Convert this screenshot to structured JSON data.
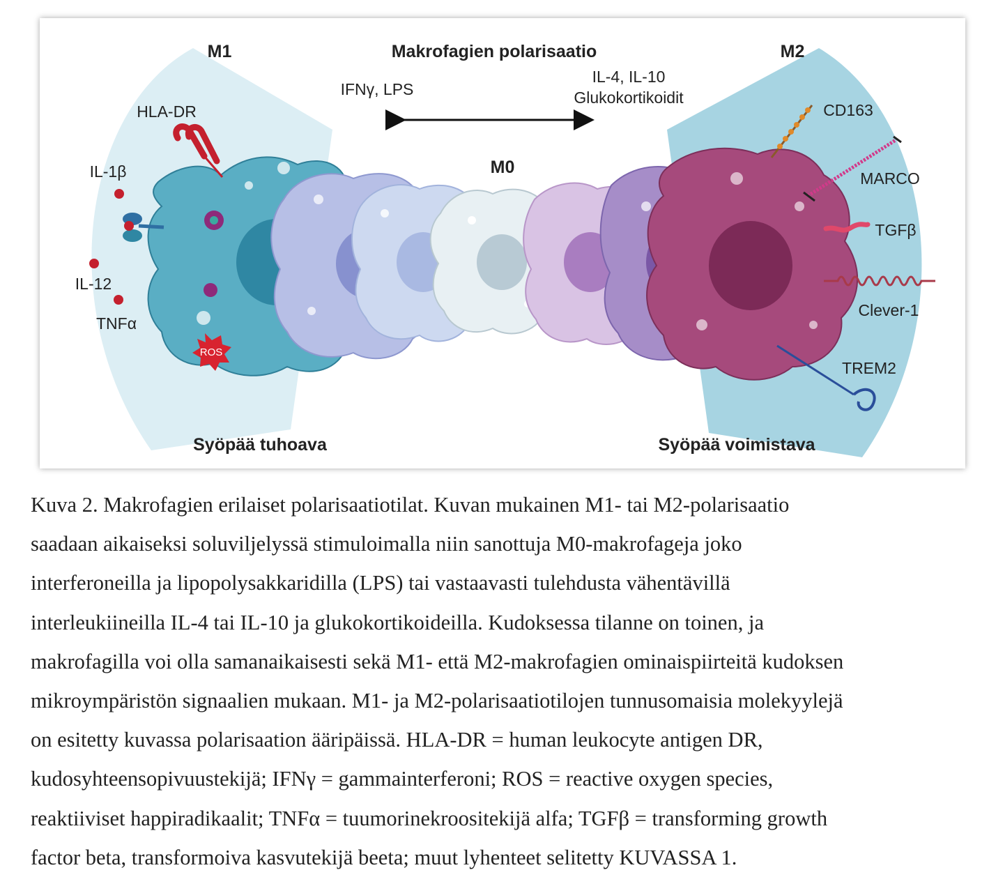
{
  "figure": {
    "title": "Makrofagien polarisaatio",
    "m1_label": "M1",
    "m0_label": "M0",
    "m2_label": "M2",
    "left_stimuli": "IFNγ, LPS",
    "right_stimuli_line1": "IL-4, IL-10",
    "right_stimuli_line2": "Glukokortikoidit",
    "m1_markers": {
      "hla_dr": "HLA-DR",
      "il1b": "IL-1β",
      "il12": "IL-12",
      "tnfa": "TNFα",
      "ros": "ROS"
    },
    "m2_markers": {
      "cd163": "CD163",
      "marco": "MARCO",
      "tgfb": "TGFβ",
      "clever1": "Clever-1",
      "trem2": "TREM2"
    },
    "m1_function": "Syöpää tuhoava",
    "m2_function": "Syöpää voimistava",
    "colors": {
      "m1_cell": "#5aaec4",
      "m1_background": "#dceef4",
      "m2_cell": "#a64a7c",
      "m2_background": "#a7d4e2",
      "m0_cell": "#e8f0f3",
      "cytokine_dot": "#c4202e",
      "ros_star": "#d8232f"
    }
  },
  "caption": {
    "lines": [
      "Kuva 2. Makrofagien erilaiset polarisaatiotilat. Kuvan mukainen M1- tai M2-polarisaatio",
      "saadaan aikaiseksi soluviljelyssä stimuloimalla niin sanottuja M0-makrofageja joko",
      "interferoneilla ja lipopolysakkaridilla (LPS) tai vastaavasti tulehdusta vähentävillä",
      "interleukiineilla IL-4 tai IL-10 ja glukokortikoideilla. Kudoksessa tilanne on toinen, ja",
      "makrofagilla voi olla samanaikaisesti sekä M1- että M2-makrofagien ominaispiirteitä kudoksen",
      "mikroympäristön signaalien mukaan. M1- ja M2-polarisaatiotilojen tunnusomaisia molekyylejä",
      "on esitetty kuvassa polarisaation ääripäissä. HLA-DR = human leukocyte antigen DR,",
      "kudosyhteensopivuustekijä; IFNγ = gammainterferoni; ROS = reactive oxygen species,",
      "reaktiiviset happiradikaalit; TNFα = tuumorinekroositekijä alfa; TGFβ = transforming growth",
      "factor beta, transformoiva kasvutekijä beeta; muut lyhenteet selitetty KUVASSA 1."
    ]
  }
}
